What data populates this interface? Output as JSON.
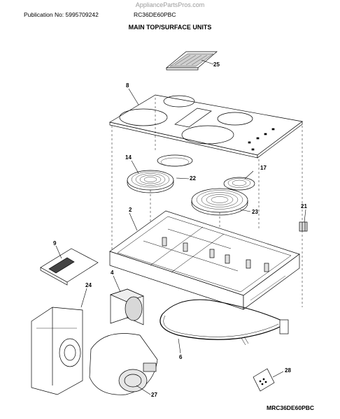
{
  "watermark": "AppliancePartsPros.com",
  "header": {
    "publication": "Publication No: 5995709242",
    "model": "RC36DE60PBC"
  },
  "title": "MAIN TOP/SURFACE UNITS",
  "footer": "MRC36DE60PBC",
  "callouts": [
    "25",
    "8",
    "14",
    "22",
    "17",
    "23",
    "2",
    "21",
    "9",
    "4",
    "24",
    "6",
    "28",
    "27"
  ]
}
